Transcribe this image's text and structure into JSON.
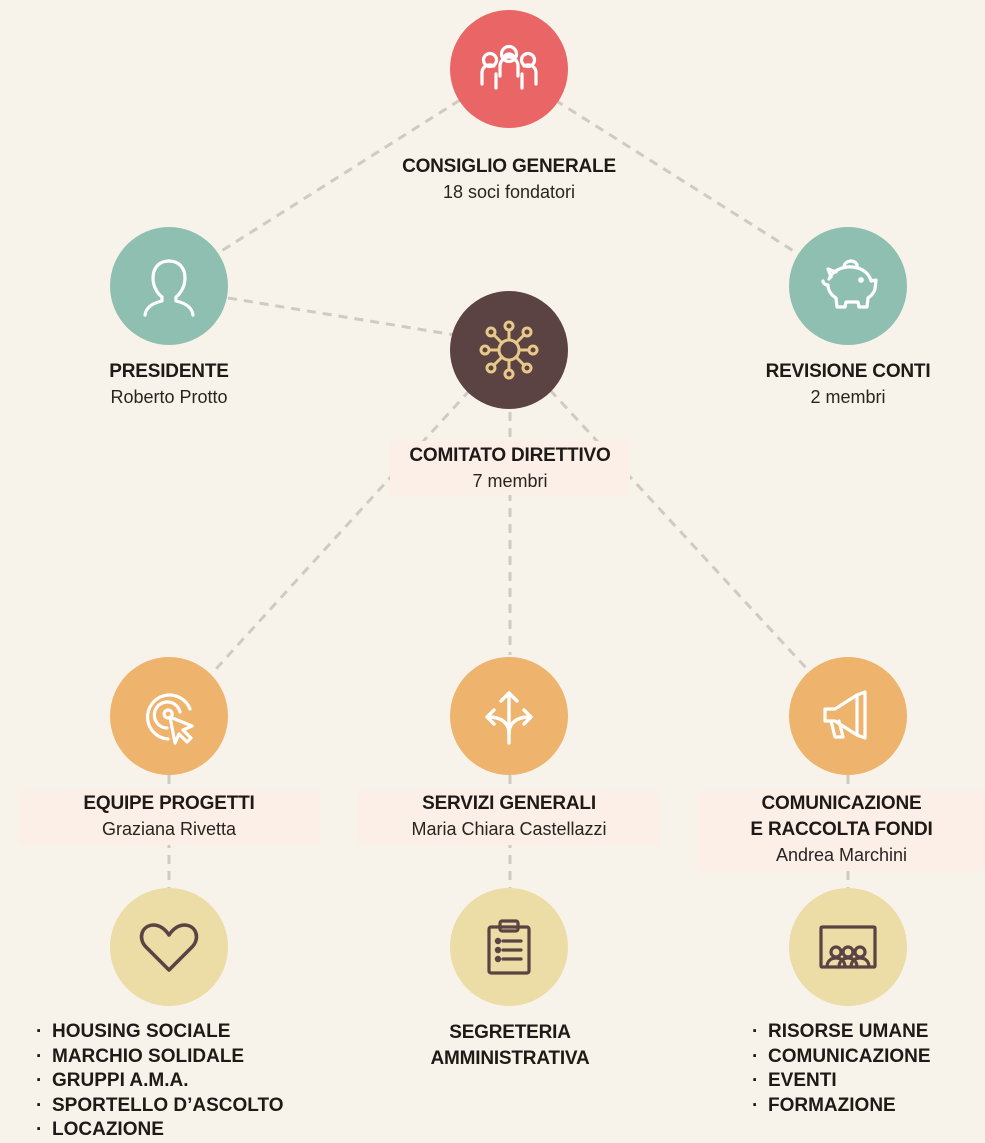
{
  "top": {
    "title": "CONSIGLIO GENERALE",
    "subtitle": "18 soci fondatori",
    "icon": "people-group-icon",
    "color": "#ea6566"
  },
  "president": {
    "title": "PRESIDENTE",
    "subtitle": "Roberto Protto",
    "icon": "person-icon",
    "color": "#8fbfb0"
  },
  "audit": {
    "title": "REVISIONE CONTI",
    "subtitle": "2 membri",
    "icon": "piggy-bank-icon",
    "color": "#8fbfb0"
  },
  "committee": {
    "title": "COMITATO DIRETTIVO",
    "subtitle": "7 membri",
    "icon": "network-hub-icon",
    "color": "#5a4342"
  },
  "projects": {
    "title": "EQUIPE PROGETTI",
    "subtitle": "Graziana Rivetta",
    "icon": "target-cursor-icon",
    "color": "#eeb36d"
  },
  "services": {
    "title": "SERVIZI GENERALI",
    "subtitle": "Maria Chiara Castellazzi",
    "icon": "split-arrows-icon",
    "color": "#eeb36d"
  },
  "communication": {
    "title_line1": "COMUNICAZIONE",
    "title_line2": "E RACCOLTA FONDI",
    "subtitle": "Andrea Marchini",
    "icon": "megaphone-icon",
    "color": "#eeb36d"
  },
  "heart_group": {
    "icon": "heart-icon",
    "color": "#ecdca6",
    "items": [
      "HOUSING SOCIALE",
      "MARCHIO SOLIDALE",
      "GRUPPI A.M.A.",
      "SPORTELLO D’ASCOLTO",
      "LOCAZIONE"
    ]
  },
  "secretary": {
    "icon": "clipboard-icon",
    "color": "#ecdca6",
    "line1": "SEGRETERIA",
    "line2": "AMMINISTRATIVA"
  },
  "people_group": {
    "icon": "team-screen-icon",
    "color": "#ecdca6",
    "items": [
      "RISORSE UMANE",
      "COMUNICAZIONE",
      "EVENTI",
      "FORMAZIONE"
    ]
  }
}
